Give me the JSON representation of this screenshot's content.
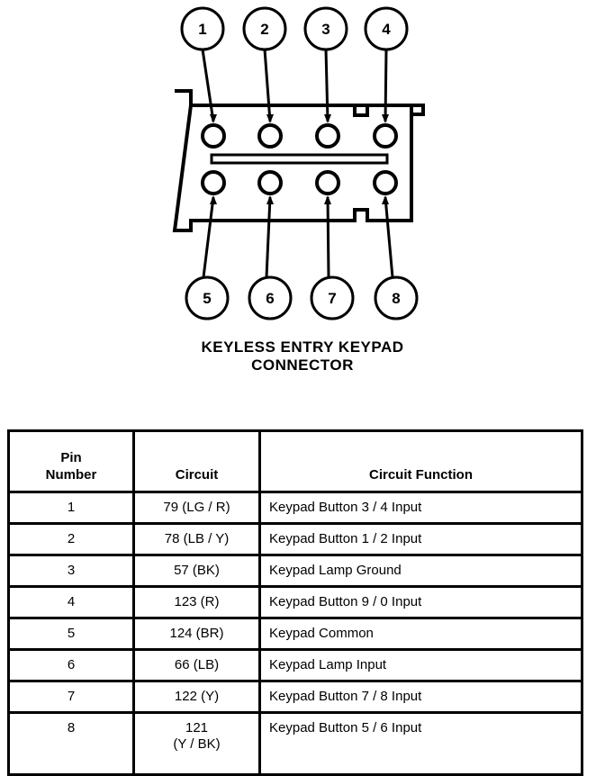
{
  "diagram": {
    "title_line1": "KEYLESS ENTRY KEYPAD",
    "title_line2": "CONNECTOR",
    "top_pins": [
      "1",
      "2",
      "3",
      "4"
    ],
    "bottom_pins": [
      "5",
      "6",
      "7",
      "8"
    ]
  },
  "table": {
    "headers": {
      "pin_line1": "Pin",
      "pin_line2": "Number",
      "circuit": "Circuit",
      "function": "Circuit Function"
    },
    "rows": [
      {
        "pin": "1",
        "circuit": "79 (LG / R)",
        "function": "Keypad Button 3 / 4 Input"
      },
      {
        "pin": "2",
        "circuit": "78 (LB / Y)",
        "function": "Keypad Button 1 / 2 Input"
      },
      {
        "pin": "3",
        "circuit": "57 (BK)",
        "function": "Keypad Lamp Ground"
      },
      {
        "pin": "4",
        "circuit": "123 (R)",
        "function": "Keypad Button 9 / 0 Input"
      },
      {
        "pin": "5",
        "circuit": "124 (BR)",
        "function": "Keypad Common"
      },
      {
        "pin": "6",
        "circuit": "66 (LB)",
        "function": "Keypad Lamp Input"
      },
      {
        "pin": "7",
        "circuit": "122 (Y)",
        "function": "Keypad Button 7 / 8 Input"
      },
      {
        "pin": "8",
        "circuit_line1": "121",
        "circuit_line2": "(Y / BK)",
        "function": "Keypad Button 5 / 6 Input"
      }
    ]
  }
}
